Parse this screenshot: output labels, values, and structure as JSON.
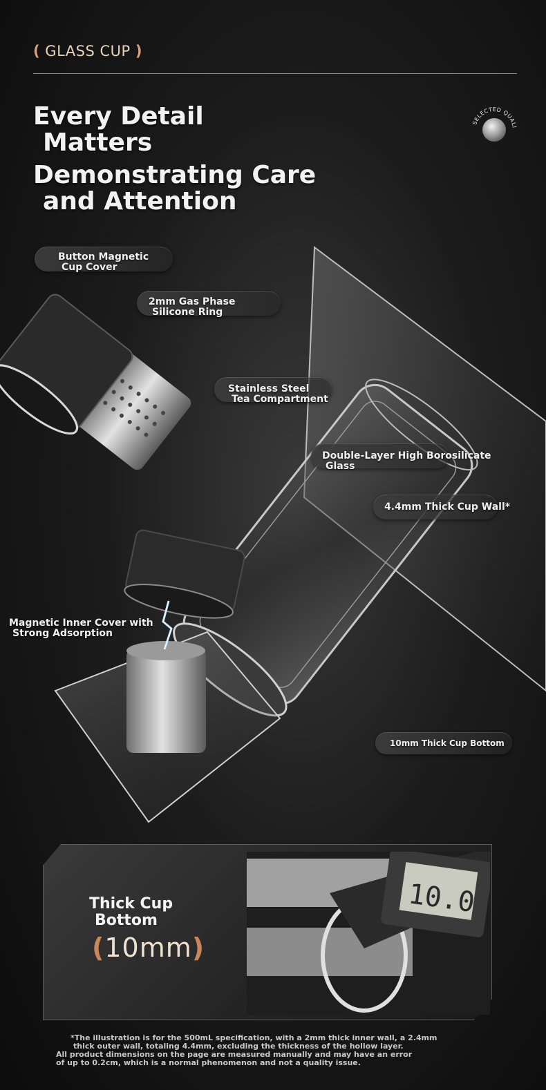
{
  "header": {
    "section_tag": "GLASS CUP",
    "tag_open": "(",
    "tag_close": ")"
  },
  "headline": {
    "line1": "Every Detail",
    "line2": "Matters",
    "line3": "Demonstrating Care",
    "line4": "and Attention"
  },
  "badge": {
    "text": "SELECTED QUALITY",
    "icon": "seal-badge-icon"
  },
  "labels": {
    "button_cover_1": "Button Magnetic",
    "button_cover_2": "Cup Cover",
    "silicone_1": "2mm Gas Phase",
    "silicone_2": "Silicone Ring",
    "tea_1": "Stainless Steel",
    "tea_2": "Tea Compartment",
    "glass_1": "Double-Layer High Borosilicate",
    "glass_2": "Glass",
    "wall": "4.4mm Thick Cup Wall*",
    "magnetic_1": "Magnetic Inner Cover with",
    "magnetic_2": "Strong Adsorption",
    "bottom": "10mm Thick Cup Bottom"
  },
  "panel": {
    "title_1": "Thick Cup",
    "title_2": "Bottom",
    "value_open": "(",
    "value": "10mm",
    "value_close": ")",
    "caliper_reading": "10.0"
  },
  "footnote": {
    "line1": "*The illustration is for the 500mL specification, with a 2mm thick inner wall, a 2.4mm",
    "line2": "thick outer wall, totaling 4.4mm, excluding the thickness of the hollow layer.",
    "line3": "All product dimensions on the page are measured manually and may have an error",
    "line4": "of up to 0.2cm, which is a normal phenomenon and not a quality issue."
  },
  "colors": {
    "accent_bracket": "#d9a37a",
    "tag_text": "#e9d3b8",
    "background": "#1c1c1c"
  }
}
